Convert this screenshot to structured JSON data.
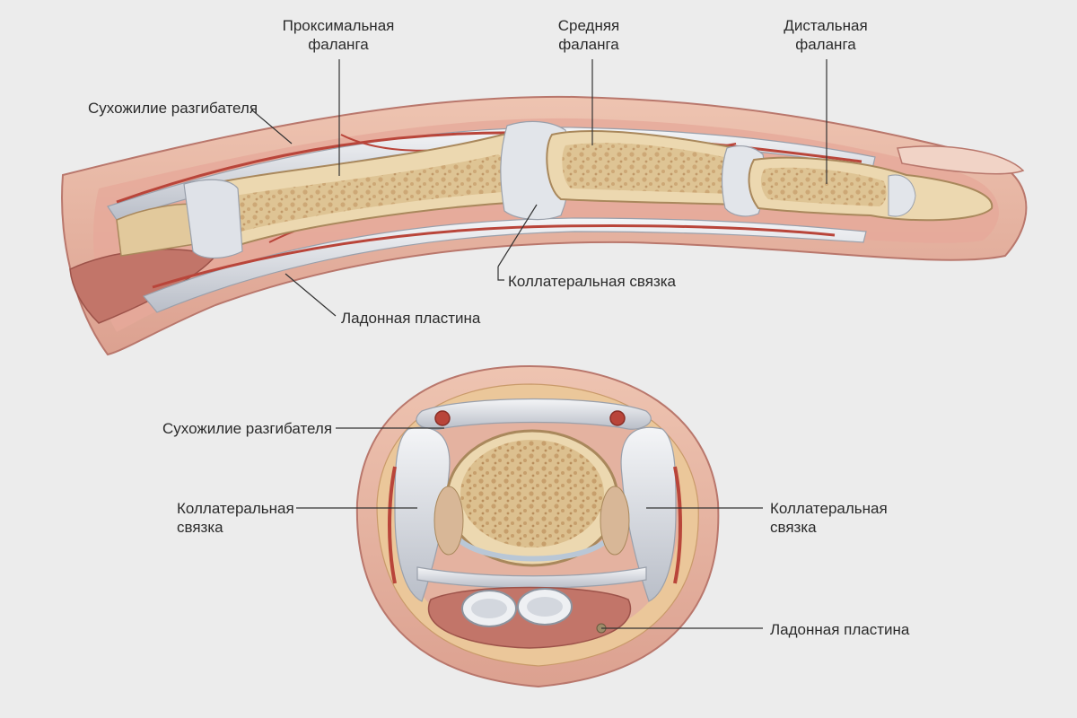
{
  "longitudinal_section": {
    "labels": {
      "proximal_phalanx": [
        "Проксимальная",
        "фаланга"
      ],
      "middle_phalanx": [
        "Средняя",
        "фаланга"
      ],
      "distal_phalanx": [
        "Дистальная",
        "фаланга"
      ],
      "extensor_tendon": "Сухожилие разгибателя",
      "collateral_ligament": "Коллатеральная связка",
      "volar_plate": "Ладонная пластина"
    }
  },
  "cross_section": {
    "labels": {
      "extensor_tendon": "Сухожилие разгибателя",
      "collateral_ligament_left": [
        "Коллатеральная",
        "связка"
      ],
      "collateral_ligament_right": [
        "Коллатеральная",
        "связка"
      ],
      "volar_plate": "Ладонная пластина"
    }
  },
  "colors": {
    "background": "#ececec",
    "skin": "#e7b7a3",
    "skin_dark": "#c9867a",
    "bone": "#ecd8b0",
    "marrow": "#d7b98a",
    "tendon": "#d9dde3",
    "artery": "#b9453a",
    "muscle": "#c27569",
    "leader_line": "#333333"
  }
}
